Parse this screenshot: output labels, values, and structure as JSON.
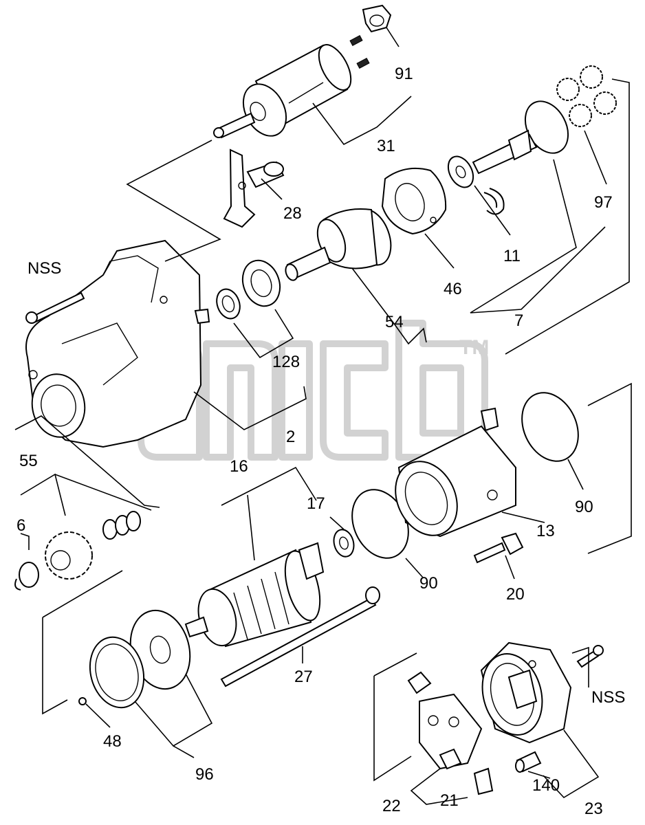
{
  "watermark": {
    "text": "TM"
  },
  "callouts": {
    "c91": "91",
    "c31": "31",
    "c28": "28",
    "c97": "97",
    "c11": "11",
    "c46": "46",
    "c7": "7",
    "c54": "54",
    "c128": "128",
    "c2": "2",
    "c55": "55",
    "c6": "6",
    "c16": "16",
    "c17": "17",
    "c90a": "90",
    "c90b": "90",
    "c13": "13",
    "c20": "20",
    "c27": "27",
    "c48": "48",
    "c96": "96",
    "c22": "22",
    "c21": "21",
    "c140": "140",
    "c23": "23",
    "nss1": "NSS",
    "nss2": "NSS"
  },
  "colors": {
    "ink": "#000000",
    "watermark": "#d2d2d2",
    "background": "#ffffff"
  }
}
